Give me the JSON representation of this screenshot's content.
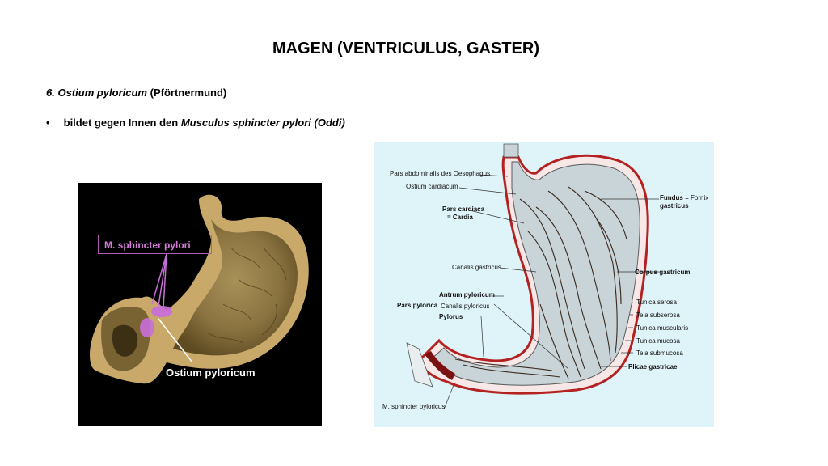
{
  "title": "MAGEN (VENTRICULUS, GASTER)",
  "subtitle": {
    "number": "6.",
    "term": "Ostium pyloricum",
    "note": "(Pförtnermund)"
  },
  "bullet": {
    "symbol": "•",
    "text": "bildet gegen Innen den",
    "term": "Musculus sphincter pylori (Oddi)"
  },
  "photo": {
    "label_muscle": "M. sphincter pylori",
    "label_ostium": "Ostium pyloricum"
  },
  "drawing": {
    "labels": {
      "oesophagus": "Pars abdominalis des Oesophagus",
      "ostium_cardiacum": "Ostium cardiacum",
      "pars_cardiaca": "Pars cardiaca",
      "cardia": "= Cardia",
      "canalis_gastricus": "Canalis gastricus",
      "antrum": "Antrum pyloricum",
      "pars_pylorica": "Pars pylorica",
      "canalis_pyloricus": "Canalis pyloricus",
      "pylorus": "Pylorus",
      "sphincter": "M. sphincter pyloricus",
      "fundus": "Fundus",
      "fornix": "= Fornix",
      "gastricus": "gastricus",
      "corpus": "Corpus gastricum",
      "serosa": "Tunica serosa",
      "subserosa": "Tela subserosa",
      "muscularis": "Tunica muscularis",
      "mucosa": "Tunica mucosa",
      "submucosa": "Tela submucosa",
      "plicae": "Plicae gastricae"
    }
  }
}
